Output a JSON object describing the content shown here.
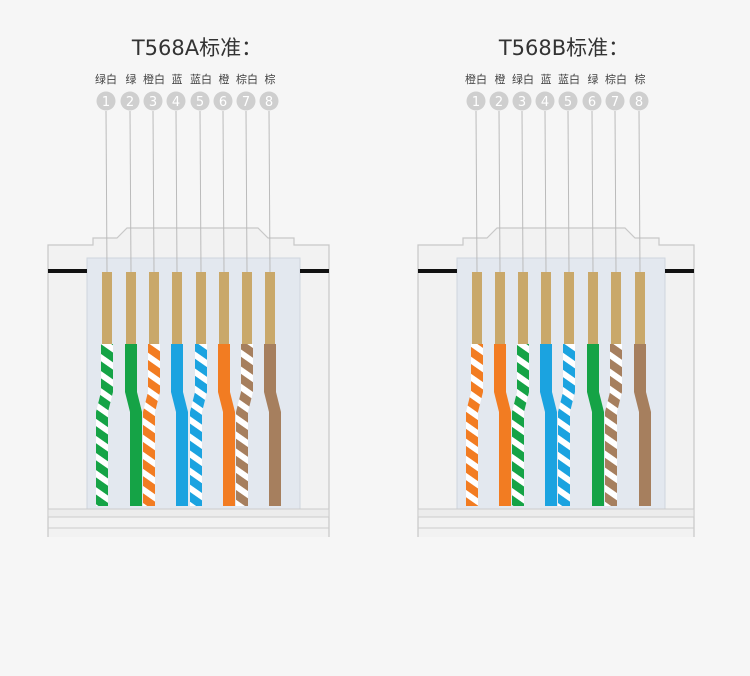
{
  "colors": {
    "background": "#f6f6f6",
    "green": "#15a346",
    "orange": "#f27c22",
    "blue": "#1ba3e0",
    "brown": "#a67f5e",
    "white": "#ffffff",
    "copper": "#c9a86a",
    "number_circle": "#cfcfcf",
    "leader_line": "#bbbbbb"
  },
  "diagrams": [
    {
      "title": "T568A标准：",
      "wires": [
        {
          "pin": "1",
          "label": "绿白",
          "color": "green",
          "striped": true
        },
        {
          "pin": "2",
          "label": "绿",
          "color": "green",
          "striped": false
        },
        {
          "pin": "3",
          "label": "橙白",
          "color": "orange",
          "striped": true
        },
        {
          "pin": "4",
          "label": "蓝",
          "color": "blue",
          "striped": false
        },
        {
          "pin": "5",
          "label": "蓝白",
          "color": "blue",
          "striped": true
        },
        {
          "pin": "6",
          "label": "橙",
          "color": "orange",
          "striped": false
        },
        {
          "pin": "7",
          "label": "棕白",
          "color": "brown",
          "striped": true
        },
        {
          "pin": "8",
          "label": "棕",
          "color": "brown",
          "striped": false
        }
      ]
    },
    {
      "title": "T568B标准：",
      "wires": [
        {
          "pin": "1",
          "label": "橙白",
          "color": "orange",
          "striped": true
        },
        {
          "pin": "2",
          "label": "橙",
          "color": "orange",
          "striped": false
        },
        {
          "pin": "3",
          "label": "绿白",
          "color": "green",
          "striped": true
        },
        {
          "pin": "4",
          "label": "蓝",
          "color": "blue",
          "striped": false
        },
        {
          "pin": "5",
          "label": "蓝白",
          "color": "blue",
          "striped": true
        },
        {
          "pin": "6",
          "label": "绿",
          "color": "green",
          "striped": false
        },
        {
          "pin": "7",
          "label": "棕白",
          "color": "brown",
          "striped": true
        },
        {
          "pin": "8",
          "label": "棕",
          "color": "brown",
          "striped": false
        }
      ]
    }
  ]
}
